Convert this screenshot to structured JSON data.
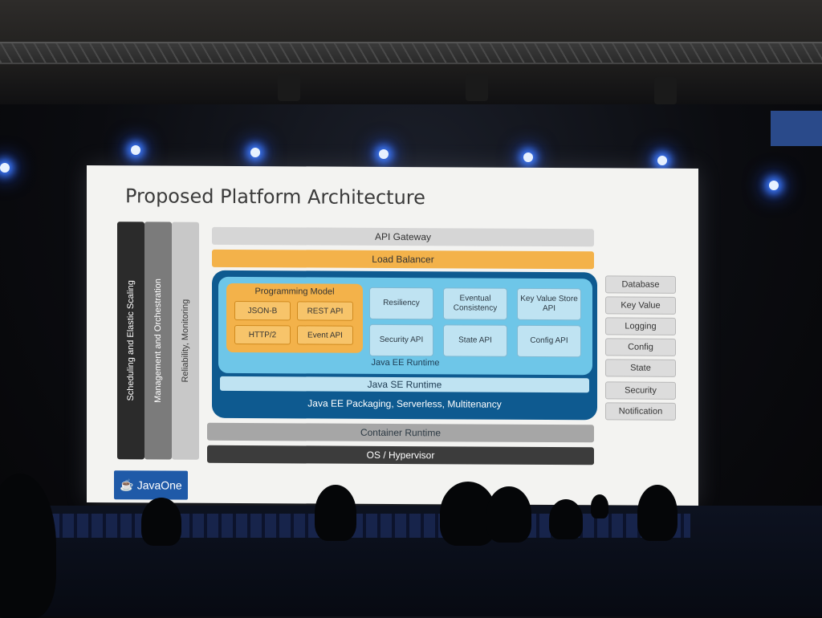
{
  "slide": {
    "title": "Proposed Platform Architecture",
    "vertical_bars": [
      "Scheduling and Elastic Scaling",
      "Management and Orchestration",
      "Reliability, Monitoring"
    ],
    "api_gateway": "API Gateway",
    "load_balancer": "Load Balancer",
    "programming_model": {
      "title": "Programming Model",
      "items": [
        "JSON-B",
        "REST API",
        "HTTP/2",
        "Event API"
      ]
    },
    "apis": [
      "Resiliency",
      "Eventual Consistency",
      "Key Value Store API",
      "Security API",
      "State API",
      "Config API"
    ],
    "java_ee_runtime": "Java EE Runtime",
    "java_se_runtime": "Java SE Runtime",
    "packaging": "Java EE Packaging, Serverless, Multitenancy",
    "container_runtime": "Container Runtime",
    "os_hypervisor": "OS / Hypervisor",
    "services": [
      "Database",
      "Key Value",
      "Logging",
      "Config",
      "State",
      "Security",
      "Notification"
    ],
    "logo": "JavaOne"
  },
  "colors": {
    "orange": "#f3b24a",
    "light_blue": "#6ec6e8",
    "dark_blue": "#0e5a90",
    "gray_bar": "#c8c8c8",
    "dark_bar": "#3c3c3c"
  }
}
